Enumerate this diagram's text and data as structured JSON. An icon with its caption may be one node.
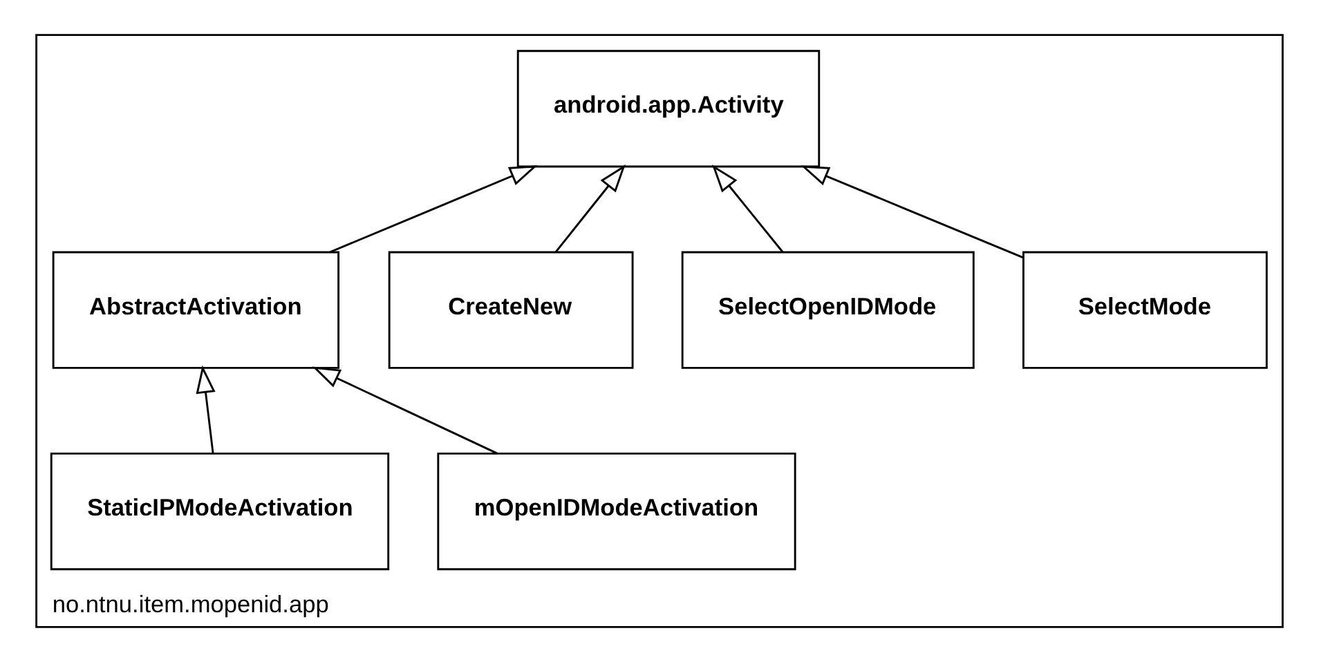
{
  "diagram": {
    "nodes": [
      {
        "text": [
          "no.ntnu.item.mopenid.app"
        ]
      },
      {
        "text": [
          "android.app.Activity"
        ],
        "in": 0
      },
      {
        "text": [
          "SelectMode"
        ],
        "in": 0
      },
      {
        "text": [
          "AbstractActivation"
        ],
        "in": 0
      },
      {
        "text": [
          "SelectOpenIDMode"
        ],
        "in": 0
      },
      {
        "text": [
          "CreateNew"
        ],
        "in": 0
      },
      {
        "text": [
          "mOpenIDModeActivation"
        ],
        "in": 0
      },
      {
        "text": [
          "StaticIPModeActivation"
        ],
        "in": 0
      }
    ],
    "edges": [
      {
        "from": 2,
        "to": 1,
        "arrow": "to"
      },
      {
        "from": 3,
        "to": 1,
        "arrow": "to"
      },
      {
        "from": 4,
        "to": 1,
        "arrow": "to"
      },
      {
        "from": 5,
        "to": 1,
        "arrow": "to"
      },
      {
        "from": 6,
        "to": 3,
        "arrow": "to"
      },
      {
        "from": 7,
        "to": 3,
        "arrow": "to"
      }
    ]
  }
}
